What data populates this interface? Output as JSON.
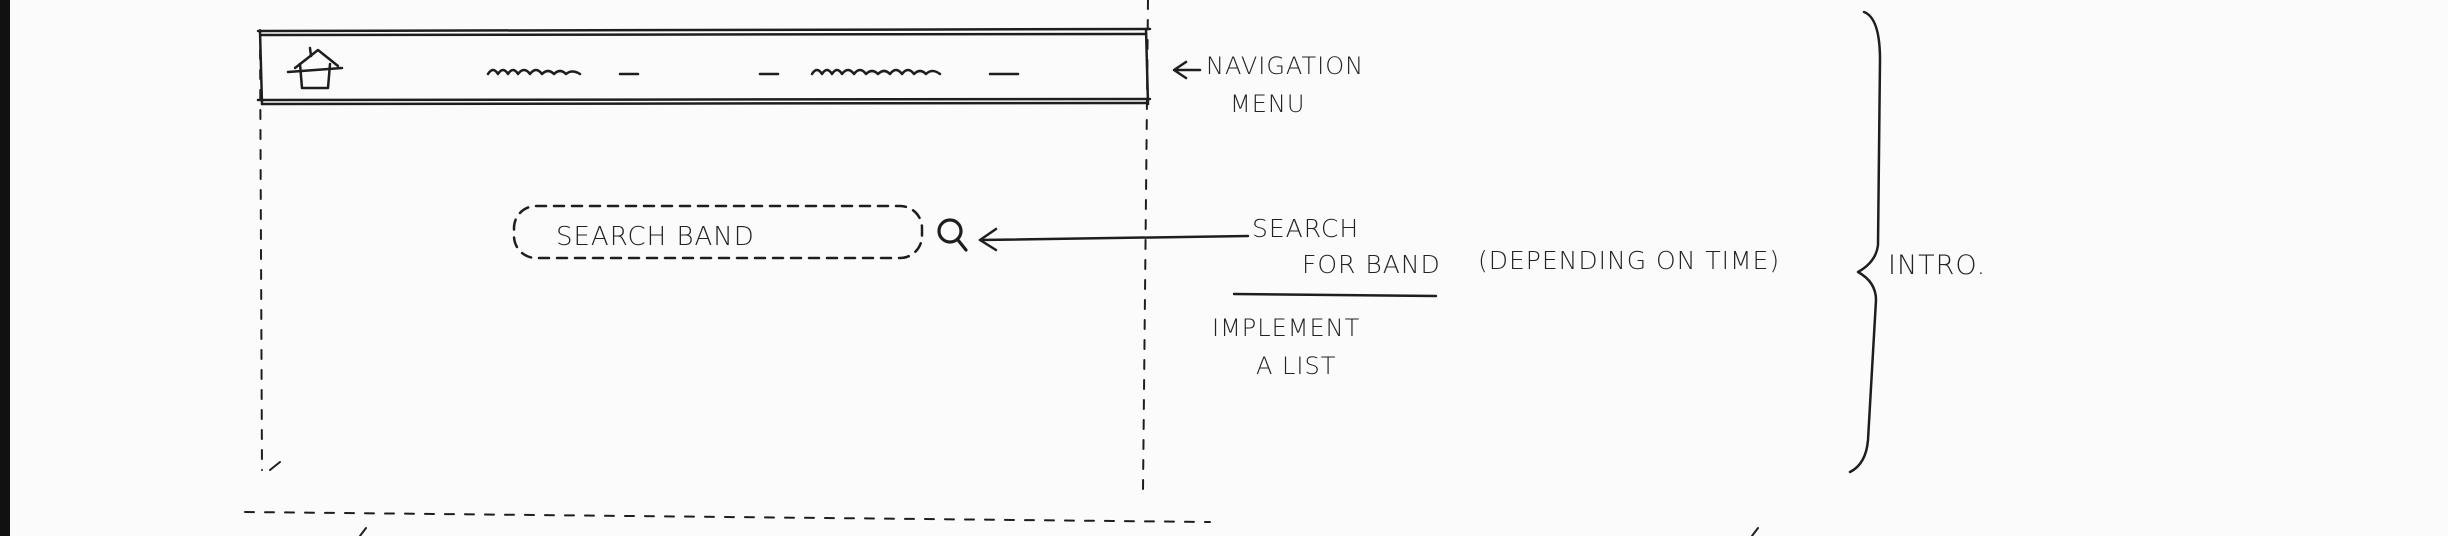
{
  "wireframe": {
    "search_placeholder": "SEARCH BAND"
  },
  "annotations": {
    "navigation_menu": [
      "NAVIGATION",
      "MENU"
    ],
    "search_for_band": [
      "SEARCH",
      "FOR BAND"
    ],
    "implement_list": [
      "IMPLEMENT",
      "A LIST"
    ],
    "depending_on_time": "(DEPENDING ON TIME)",
    "section_label": "INTRO."
  },
  "icons": {
    "home": "home-icon",
    "search": "magnifier-icon"
  },
  "colors": {
    "ink": "#1e1e1e",
    "paper": "#fbfbfb"
  }
}
